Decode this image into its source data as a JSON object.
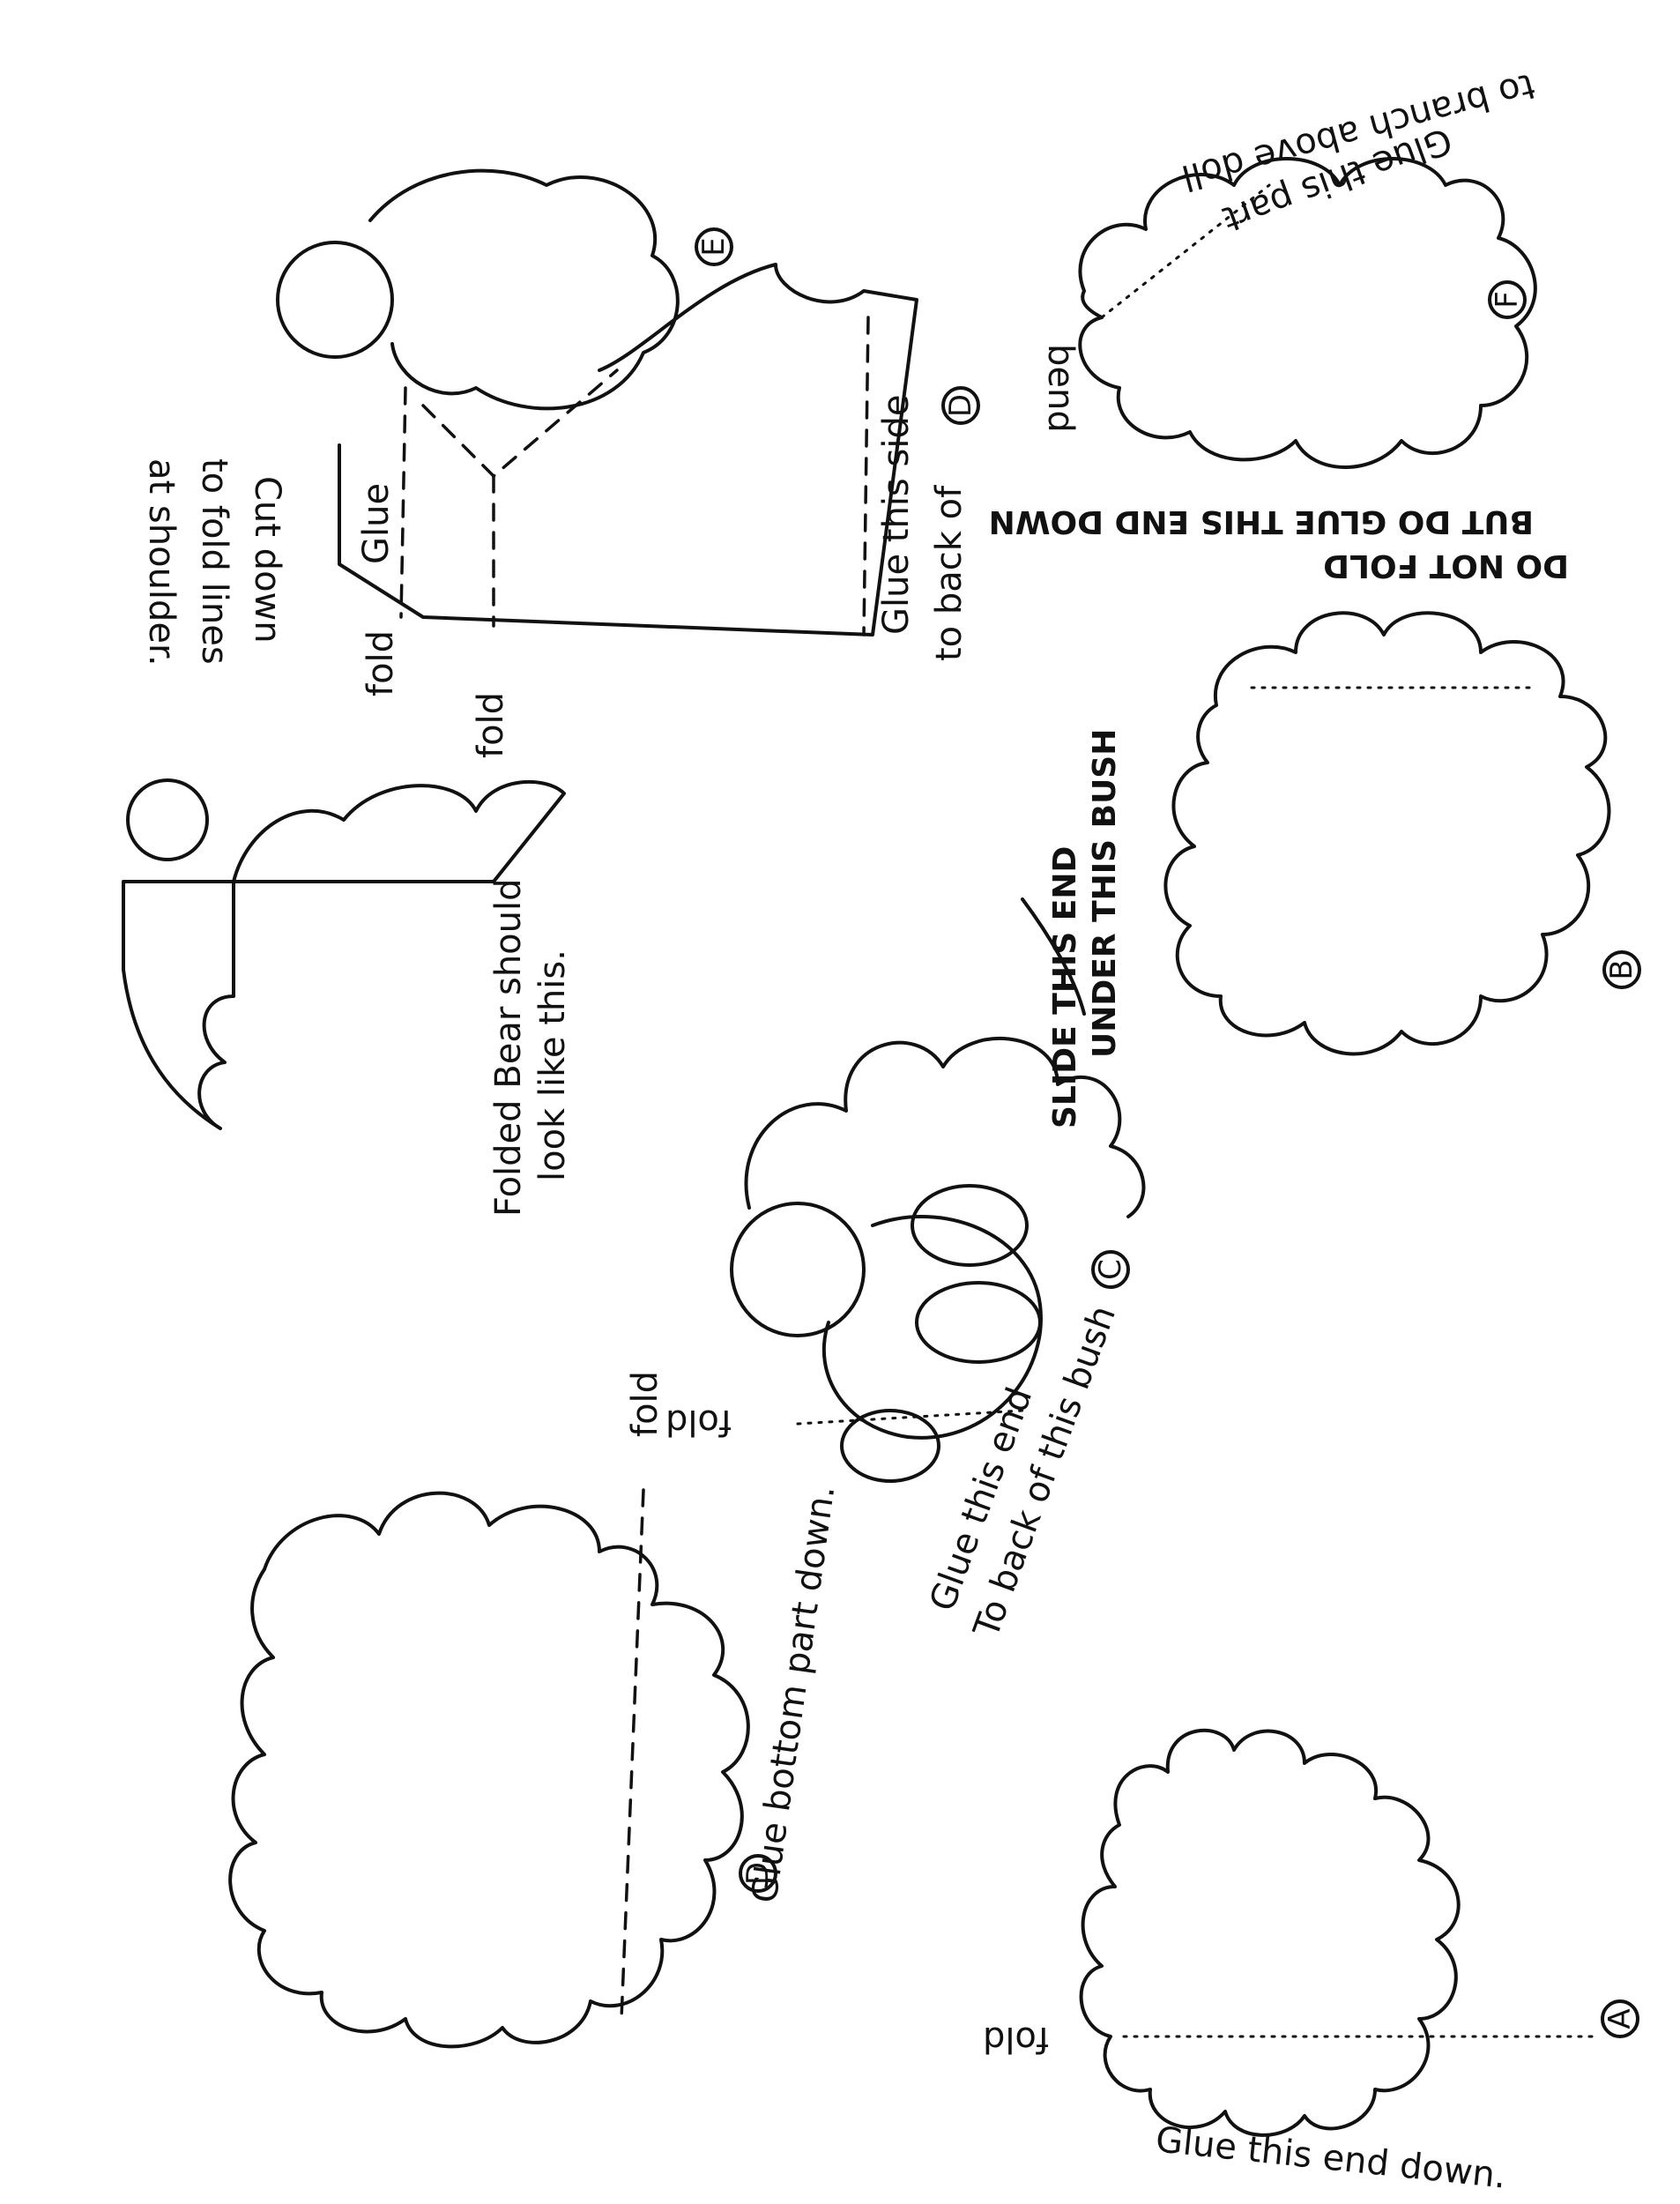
{
  "parts": {
    "a": {
      "letter": "A"
    },
    "b": {
      "letter": "B"
    },
    "c": {
      "letter": "C"
    },
    "d": {
      "letter": "D"
    },
    "e": {
      "letter": "E"
    },
    "f": {
      "letter": "F"
    }
  },
  "labels": {
    "glue_end_down": "Glue this end down.",
    "fold": "fold",
    "glue_bottom_down": "Glue bottom part down.",
    "glue_end_back_1": "Glue this end",
    "glue_end_back_2": "To back of this bush",
    "slide_1": "SLIDE THIS END",
    "slide_2": "UNDER THIS BUSH",
    "do_not_fold_1": "DO NOT FOLD",
    "do_not_fold_2": "BUT DO GLUE THIS END DOWN",
    "folded_bear_1": "Folded Bear should",
    "folded_bear_2": "look like this.",
    "glue_side_1": "Glue this side",
    "glue_side_2": "to back of",
    "glue_tab": "Glue",
    "cut_down_1": "Cut down",
    "cut_down_2": "to fold lines",
    "cut_down_3": "at shoulder.",
    "glue_part_1": "Glue this part",
    "glue_part_2": "to branch above doll",
    "bend": "bend"
  }
}
